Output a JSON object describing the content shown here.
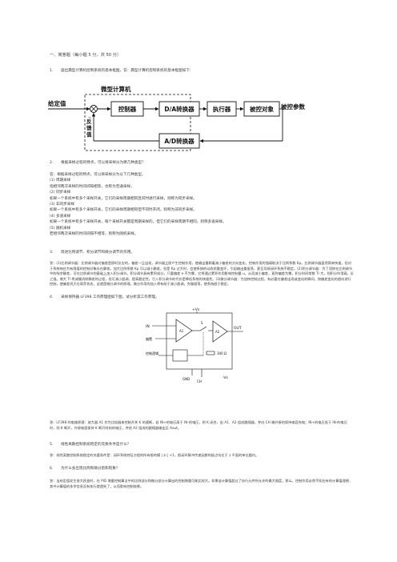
{
  "section_title": "一、简答题（每小题 5 分，共 50 分）",
  "questions": [
    {
      "num": "1.",
      "text": "画出典型计算机控制系统的基本框图。答：典型计算机控制系统的基本框图如下："
    },
    {
      "num": "2.",
      "text": "根据采样过程的特点，可以将采样分为哪几种类型？"
    },
    {
      "num": "3.",
      "text": "简述比例调节、积分调节和微分调节的作用。"
    },
    {
      "num": "4.",
      "text": "采样保持器 LF398 工作原理图如下图，试分析其工作原理。"
    },
    {
      "num": "5.",
      "text": "线性离散控制系统稳定的充要条件是什么？"
    },
    {
      "num": "6.",
      "text": "为什么会出现比例和微分饱和现象？"
    }
  ],
  "diagram1": {
    "outer_label": "微型计算机",
    "feedback_label": "反馈值",
    "input_label": "给定值",
    "output_label": "被控参数",
    "blocks": [
      "控制器",
      "D/A转换器",
      "执行器",
      "被控对象",
      "A/D转换器"
    ]
  },
  "answer2": [
    "答：根据采样过程的特点，可以将采样分为以下几种类型。",
    "(1) 周期采样",
    "指相邻两次采样的时间间隔相等，也称为普通采样。",
    "(2) 同步采样",
    "如果一个系统中有多个采样开关，它们的采样周期相同且同时进行采样，则称为同步采样。",
    "(3) 非同步采样",
    "如果一个系统中有多个采样开关，它们的采样周期相同但不同时开闭，则称为非同步采样。",
    "(4) 多速采样",
    "如果一个系统中有多个采样开关，每个采样开关都是周期采样的，但它们的采样周期不相同，则称多速采样。",
    "(5) 随机采样",
    "若相邻两次采样的时间间隔不相等，则称为随机采样。"
  ],
  "answer3": "答：(1)比例调节器：比例调节器对偏差是即时反应的，偏差一旦出现，调节器立即产生控制作用，使输出量朝着减小偏差的方向变化，控制作用的强弱取决于比例系数 Kp。比例调节器虽然简单快速，但对于系统响应为有限值的控制对象存在静差。加大比例系数 Kp 可以减小静差，但是 Kp 过大时，会使系统的动态质量变坏，引起输出量振荡，甚至导致闭环系统不稳定。(2)积分调节器：为了消除在比例调节中的残余静差，可在比例调节的基础上加入积分调节。积分调节具有累积成分，只要偏差 e 不为零，它将通过累积作用影响控制量 u，从而减小偏差，直到偏差为零。积分时间常数 TI 大，则积分作用弱，反之强。增大 TI 将减慢消除静差的过程，但可减小超调，提高稳定性。引入积分调节的代价是降低系统的快速性。(3)微分调节器：为加快控制过程，有必要在偏差出现或变化的瞬间，按偏差变化的趋向进行控制，使偏差消灭在萌芽状态，这就是微分调节的原理。微分作用的加入将有助于减小超调，克服振荡，使系统趋于稳定。",
  "diagram2": {
    "labels": [
      "+Vs",
      "IN",
      "偏置",
      "控制逻辑",
      "OUT",
      "CH",
      "GND",
      "300 Ω",
      "-Vs",
      "A1",
      "A2",
      "S"
    ]
  },
  "answer4": "答：LF398 的电路原理：放大器 A1 作为比较器来控制开关 K 的通断，若 IN+的电压高于 IN-的电压，则 K 闭合，由 A1、A2 组成跟随器，并向 CH 端外接的保持电容充电；IN+的电压低于 IN-的电压时，则 K 断开，外接电容保持 K 断开时刻的电压，并经 A2 组成的跟随器输出至 Aout。",
  "answer5": "答：线性离散控制系统稳定的充要条件是：闭环系统特征方程的所有根的模 | zi | <1，即闭环脉冲传递函数的极点均位于 z 平面的单位圆内。",
  "answer6": "答：当给定值发生很大跃变时，在 PID 增量控制算法中的比例部分和微分部分计算出的控制增量可能比较大。如果该计算值超过了执行元件所允许的最大限度，那么，控制作用必然不如应有的计算值理想，其中计算值的多余信息没有执行就遗失了，从而影响控制效果。"
}
